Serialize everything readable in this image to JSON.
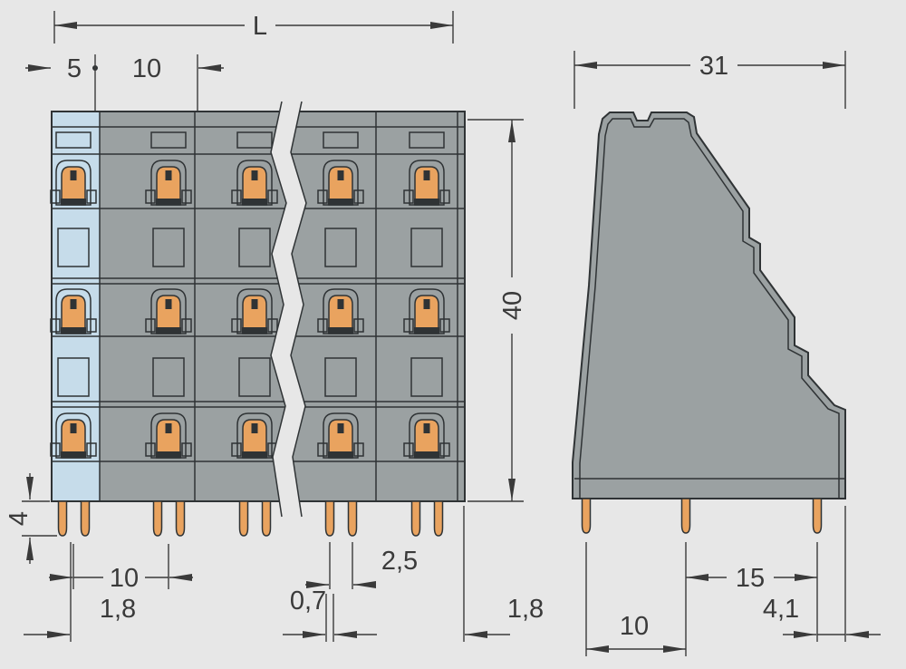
{
  "front_view": {
    "dims": {
      "total_width": "L",
      "edge_to_first_pole": "5",
      "pole_pitch": "10",
      "height": "40",
      "pin_length": "4",
      "pin_pitch": "10",
      "pin_width": "1,8",
      "pin_thickness": "0,7",
      "pin_gap": "2,5",
      "end_clearance": "1,8"
    }
  },
  "side_view": {
    "dims": {
      "depth": "31",
      "rear_pin_span": "15",
      "pin_to_edge": "4,1",
      "front_pin_span": "10"
    }
  },
  "colors": {
    "background": "#e7e7e7",
    "body": "#9ba1a2",
    "highlight": "#c6dcea",
    "clamp": "#e9a35f",
    "line": "#2f3335",
    "dim": "#3a3a3a"
  }
}
